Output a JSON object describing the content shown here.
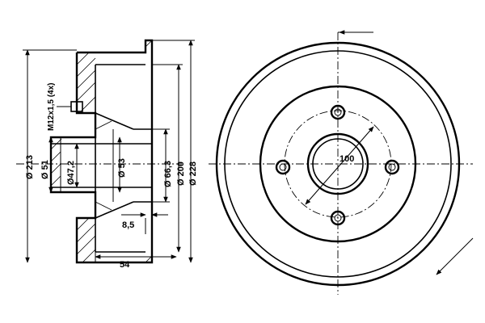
{
  "side_view": {
    "dim_outer_diameter": "Ø 228",
    "dim_drum_diameter": "Ø 200",
    "dim_flange_diameter": "Ø 213",
    "dim_hub_outer": "Ø 66,3",
    "dim_bore_53": "Ø 53",
    "dim_bore_47": "Ø47,2",
    "dim_bore_51": "Ø 51",
    "dim_thread": "M12x1,5 (4x)",
    "dim_offset": "8,5",
    "dim_width": "54"
  },
  "front_view": {
    "dim_pcd": "100",
    "bolt_holes": 4
  }
}
